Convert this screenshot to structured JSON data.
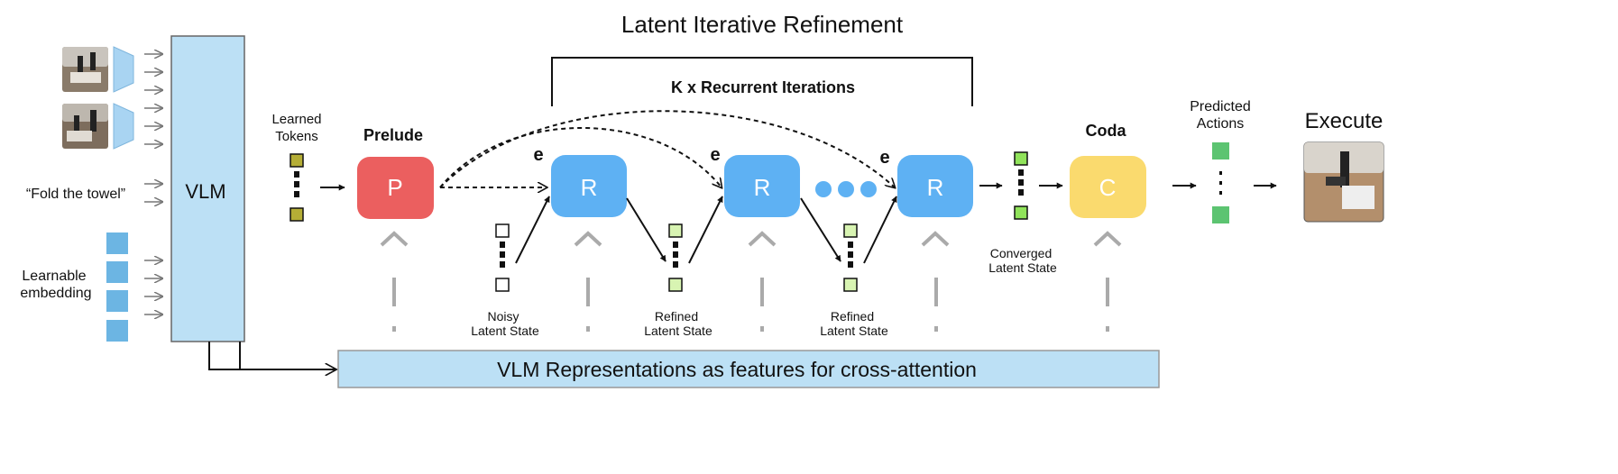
{
  "title": "Latent Iterative Refinement",
  "bracket_label": "K x Recurrent Iterations",
  "inputs": {
    "instruction": "“Fold the towel”",
    "embedding_label_line1": "Learnable",
    "embedding_label_line2": "embedding"
  },
  "vlm_label": "VLM",
  "learned_tokens": {
    "line1": "Learned",
    "line2": "Tokens"
  },
  "prelude": {
    "heading": "Prelude",
    "letter": "P",
    "color": "#EB5F5F"
  },
  "recurrent": {
    "letter": "R",
    "color": "#5EB1F3",
    "input_symbol": "e"
  },
  "coda": {
    "heading": "Coda",
    "letter": "C",
    "color": "#FADA6E"
  },
  "states": {
    "noisy": {
      "line1": "Noisy",
      "line2": "Latent State"
    },
    "refined_1": {
      "line1": "Refined",
      "line2": "Latent State"
    },
    "refined_2": {
      "line1": "Refined",
      "line2": "Latent State"
    },
    "converged": {
      "line1": "Converged",
      "line2": "Latent State"
    }
  },
  "predicted_actions": {
    "line1": "Predicted",
    "line2": "Actions"
  },
  "execute_label": "Execute",
  "features_bar": "VLM Representations as features for cross-attention",
  "colors": {
    "vlm_fill": "#BCE0F5",
    "embedding_fill": "#6CB5E3",
    "encoder_fill": "#A9D4F2",
    "learned_token_fill": "#B5AE36",
    "refined_token_fill": "#D8F4B2",
    "converged_token_fill": "#90E35A",
    "action_fill": "#5CC471"
  },
  "icons": [
    "robot-camera-image",
    "robot-result-image",
    "encoder-trapezoid-icon",
    "cross-attention-chevron-icon"
  ]
}
